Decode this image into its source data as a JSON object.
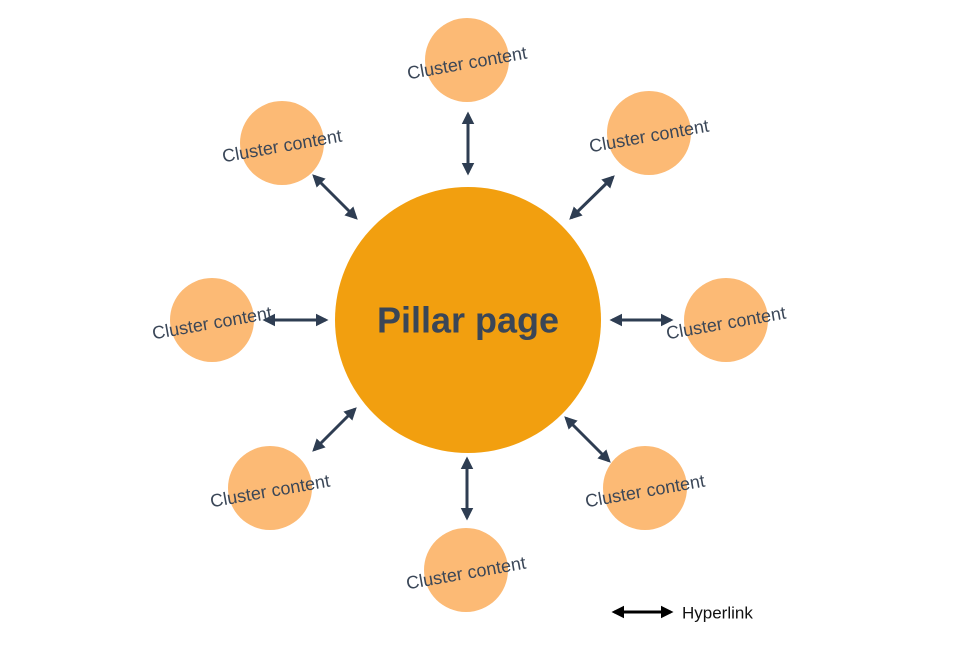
{
  "diagram": {
    "colors": {
      "pillar_fill": "#F29F0F",
      "cluster_fill": "#FCBA75",
      "arrow": "#2E3D52",
      "text": "#3A4657",
      "legend_arrow": "#000000",
      "legend_text": "#111111"
    },
    "pillar": {
      "label": "Pillar page"
    },
    "clusters": [
      {
        "id": "top",
        "label": "Cluster content"
      },
      {
        "id": "top-right",
        "label": "Cluster content"
      },
      {
        "id": "right",
        "label": "Cluster content"
      },
      {
        "id": "bottom-right",
        "label": "Cluster content"
      },
      {
        "id": "bottom",
        "label": "Cluster content"
      },
      {
        "id": "bottom-left",
        "label": "Cluster content"
      },
      {
        "id": "left",
        "label": "Cluster content"
      },
      {
        "id": "top-left",
        "label": "Cluster content"
      }
    ],
    "connection_icon": "double-headed-arrow-icon",
    "legend": {
      "label": "Hyperlink",
      "icon": "double-headed-arrow-icon"
    }
  }
}
